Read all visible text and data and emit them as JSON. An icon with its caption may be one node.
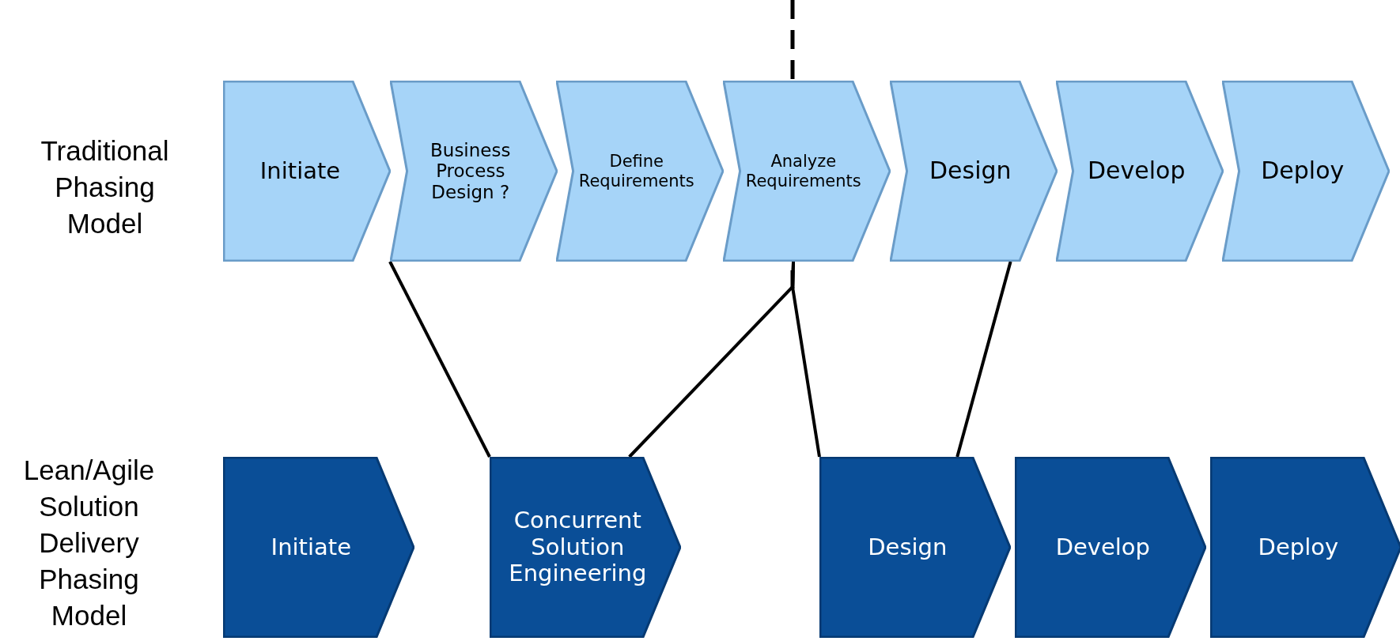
{
  "diagram": {
    "nodes": [
      {
        "text": [
          "Initiate"
        ]
      },
      {
        "text": [
          "Business Process Design ?"
        ]
      },
      {
        "text": [
          "Define Requirements"
        ]
      },
      {
        "text": [
          "Analyze Requirements"
        ]
      },
      {
        "text": [
          "Design"
        ]
      },
      {
        "text": [
          "Develop"
        ]
      },
      {
        "text": [
          "Deploy"
        ]
      },
      {
        "text": [
          "Initiate"
        ]
      },
      {
        "text": [
          "Concurrent Solution Engineering"
        ]
      },
      {
        "text": [
          "Design"
        ]
      },
      {
        "text": [
          "Develop"
        ]
      },
      {
        "text": [
          "Deploy"
        ]
      }
    ],
    "edges": [
      {
        "from": 1,
        "to": 8,
        "arrow": "none"
      },
      {
        "from": 3,
        "to": 8,
        "arrow": "none"
      },
      {
        "from": 3,
        "to": 9,
        "arrow": "none"
      },
      {
        "from": 4,
        "to": 9,
        "arrow": "none"
      }
    ],
    "labels": [
      "Traditional Phasing Model",
      "Lean/Agile Solution Delivery Phasing Model"
    ]
  }
}
